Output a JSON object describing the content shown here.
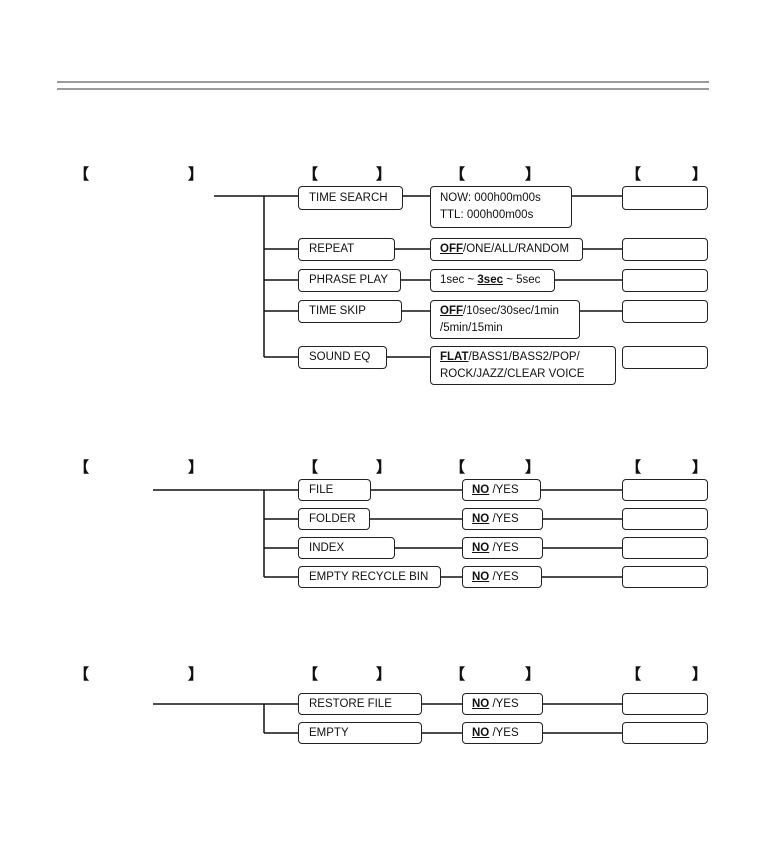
{
  "brackets": {
    "open": "【",
    "close": "】"
  },
  "playback_menu": {
    "items": [
      {
        "label": "TIME SEARCH",
        "options": [
          {
            "segments": [
              {
                "t": "NOW: 000h00m00s"
              }
            ]
          },
          {
            "segments": [
              {
                "t": "TTL: 000h00m00s"
              }
            ]
          }
        ]
      },
      {
        "label": "REPEAT",
        "options": [
          {
            "segments": [
              {
                "t": "OFF",
                "hl": true
              },
              {
                "t": "/ONE/ALL/RANDOM"
              }
            ]
          }
        ]
      },
      {
        "label": "PHRASE PLAY",
        "options": [
          {
            "segments": [
              {
                "t": "1sec ~ "
              },
              {
                "t": "3sec",
                "hl": true
              },
              {
                "t": " ~ 5sec"
              }
            ]
          }
        ]
      },
      {
        "label": "TIME SKIP",
        "options": [
          {
            "segments": [
              {
                "t": "OFF",
                "hl": true
              },
              {
                "t": "/10sec/30sec/1min"
              }
            ]
          },
          {
            "segments": [
              {
                "t": "/5min/15min"
              }
            ]
          }
        ]
      },
      {
        "label": "SOUND EQ",
        "options": [
          {
            "segments": [
              {
                "t": "FLAT",
                "hl": true
              },
              {
                "t": "/BASS1/BASS2/POP/"
              }
            ]
          },
          {
            "segments": [
              {
                "t": "ROCK/JAZZ/CLEAR VOICE"
              }
            ]
          }
        ]
      }
    ]
  },
  "delete_menu": {
    "items": [
      {
        "label": "FILE",
        "options": [
          {
            "segments": [
              {
                "t": "NO",
                "hl": true
              },
              {
                "t": " /YES"
              }
            ]
          }
        ]
      },
      {
        "label": "FOLDER",
        "options": [
          {
            "segments": [
              {
                "t": "NO",
                "hl": true
              },
              {
                "t": " /YES"
              }
            ]
          }
        ]
      },
      {
        "label": "INDEX",
        "options": [
          {
            "segments": [
              {
                "t": "NO",
                "hl": true
              },
              {
                "t": " /YES"
              }
            ]
          }
        ]
      },
      {
        "label": "EMPTY RECYCLE BIN",
        "options": [
          {
            "segments": [
              {
                "t": "NO",
                "hl": true
              },
              {
                "t": " /YES"
              }
            ]
          }
        ]
      }
    ]
  },
  "recycle_menu": {
    "items": [
      {
        "label": "RESTORE FILE",
        "options": [
          {
            "segments": [
              {
                "t": "NO",
                "hl": true
              },
              {
                "t": " /YES"
              }
            ]
          }
        ]
      },
      {
        "label": "EMPTY",
        "options": [
          {
            "segments": [
              {
                "t": "NO",
                "hl": true
              },
              {
                "t": " /YES"
              }
            ]
          }
        ]
      }
    ]
  }
}
